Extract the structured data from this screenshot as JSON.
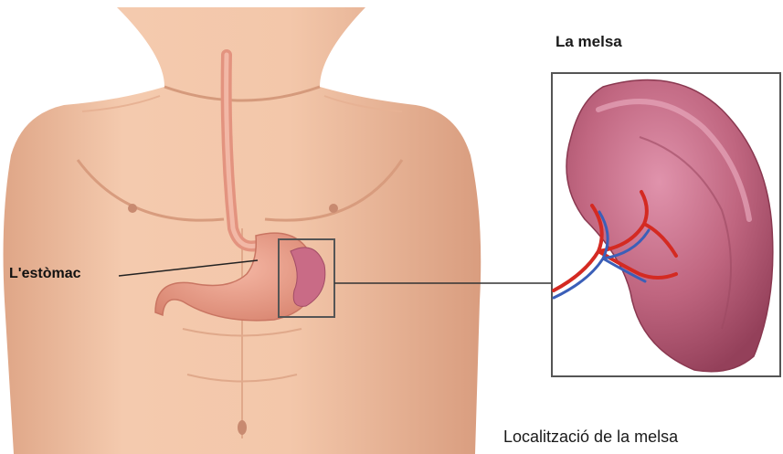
{
  "labels": {
    "title": "La melsa",
    "stomach": "L'estòmac",
    "caption": "Localització de la melsa"
  },
  "colors": {
    "skin": "#f1c2a4",
    "skin_shadow": "#dca385",
    "stomach": "#e9a08e",
    "spleen": "#b55a74",
    "spleen_highlight": "#d987a1",
    "artery": "#d42a22",
    "vein": "#3b5fb8",
    "frame": "#555555"
  },
  "icons": [
    "torso-illustration",
    "spleen-illustration"
  ]
}
